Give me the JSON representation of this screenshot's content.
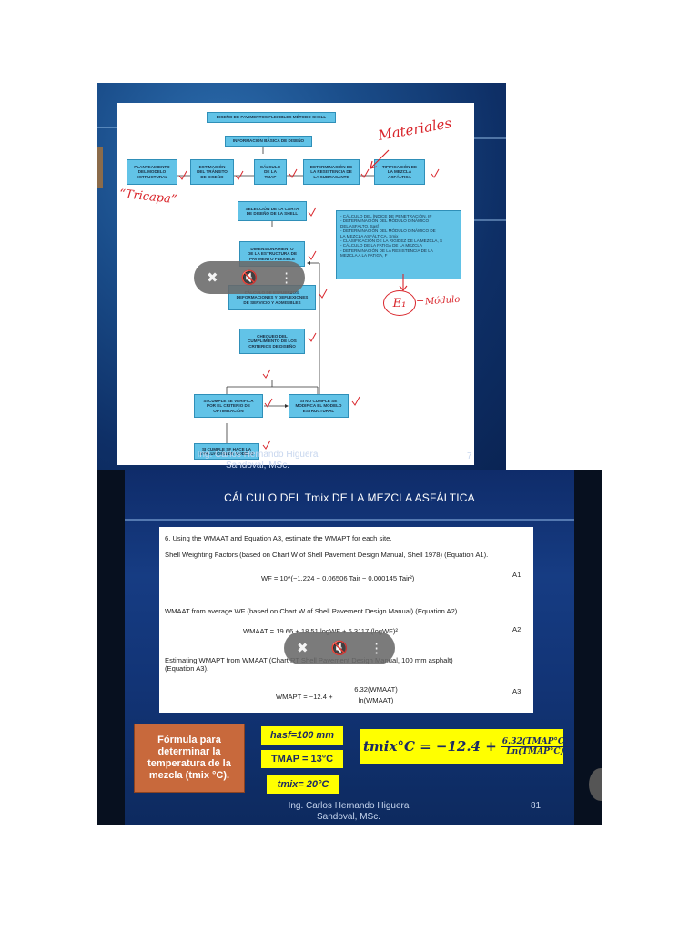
{
  "slide1": {
    "flowchart": {
      "title": "DISEÑO DE PAVIMENTOS FLEXIBLES MÉTODO SHELL",
      "info": "INFORMACIÓN BÁSICA DE DISEÑO",
      "inputs": [
        "PLANTEAMIENTO\nDEL MODELO\nESTRUCTURAL",
        "ESTIMACIÓN\nDEL TRÁNSITO\nDE DISEÑO",
        "CÁLCULO\nDE LA\nTMAP",
        "DETERMINACIÓN DE\nLA RESISTENCIA DE\nLA SUBRASANTE",
        "TIPIFICACIÓN DE\nLA MEZCLA\nASFÁLTICA"
      ],
      "selection": "SELECCIÓN DE LA CARTA\nDE DISEÑO DE LA SHELL",
      "materials_list": "- CÁLCULO DEL ÍNDICE DE PENETRACIÓN, IP\n- DETERMINACIÓN DEL MÓDULO DINÁMICO\n  DEL ASFALTO, Sasf\n- DETERMINACIÓN DEL MÓDULO DINÁMICO DE\n  LA MEZCLA ASFÁLTICA, Smix\n- CLASIFICACIÓN DE LA RIGIDEZ DE LA MEZCLA, S\n- CÁLCULO DE LA FATIGA DE LA MEZCLA\n- DETERMINACIÓN DE LA RESISTENCIA DE LA\n  MEZCLA A LA FATIGA, F",
      "dimensioning": "DIMENSIONAMIENTO\nDE LA ESTRUCTURA DE\nPAVIMENTO FLEXIBLE",
      "stress": "CÁLCULO DE ESFUERZOS,\nDEFORMACIONES Y DEFLEXIONES\nDE SERVICIO Y ADMISIBLES",
      "check": "CHEQUEO DEL\nCUMPLIMIENTO DE LOS\nCRITERIOS DE DISEÑO",
      "complies": "SI CUMPLE SE VERIFICA\nPOR EL CRITERIO DE\nOPTIMIZACIÓN",
      "not_complies": "SI NO CUMPLE SE\nMODIFICA EL MODELO\nESTRUCTURAL",
      "evaluation": "SI CUMPLE SE HACE LA\nEVALUACIÓN DE MODELO"
    },
    "handwriting": {
      "materiales": "Materiales",
      "tricapa": "“Tricapa”",
      "e1": "E₁",
      "modulo": "Módulo"
    },
    "footer": "Ing. Carlos Hernando Higuera\nSandoval, MSc.",
    "page_number": "7"
  },
  "slide2": {
    "title": "CÁLCULO DEL Tmix DE LA MEZCLA ASFÁLTICA",
    "step": "6.  Using the WMAAT and Equation A3, estimate the WMAPT for each site.",
    "shell_factors": "Shell Weighting Factors (based on Chart W of Shell Pavement Design Manual, Shell 1978) (Equation A1).",
    "eq1": "WF = 10^(−1.224 − 0.06506 Tair − 0.000145 Tair²)",
    "eq1_label": "A1",
    "wmaat_from": "WMAAT from average WF (based on Chart W of Shell Pavement Design Manual) (Equation A2).",
    "eq2": "WMAAT = 19.66 + 18.51 logWF + 6.3117 (logWF)²",
    "eq2_label": "A2",
    "estimating": "Estimating WMAPT from WMAAT (Chart RT Shell Pavement Design Manual, 100 mm asphalt)\n(Equation A3).",
    "eq3_left": "WMAPT = −12.4 +",
    "eq3_num": "6.32(WMAAT)",
    "eq3_den": "ln(WMAAT)",
    "eq3_label": "A3",
    "orange_box": "Fórmula para\ndeterminar la\ntemperatura de la\nmezcla (tmix °C).",
    "hasf": "hasf=100 mm",
    "tmap": "TMAP = 13°C",
    "tmix": "tmix= 20°C",
    "formula_left": "tmix°C = −12.4 +",
    "formula_num": "6.32(TMAP°C)",
    "formula_den": "Ln(TMAP°C)",
    "footer": "Ing. Carlos Hernando Higuera\nSandoval, MSc.",
    "page_number": "81"
  },
  "overlay": {
    "pin_icon": "pin-off-icon",
    "volume_icon": "volume-off-icon",
    "menu_icon": "more-vert-icon"
  },
  "colors": {
    "box_fill": "#62c3e7",
    "check_mark": "#d9252b",
    "formula_bg": "#ffff00",
    "orange_box": "#c8693c"
  }
}
